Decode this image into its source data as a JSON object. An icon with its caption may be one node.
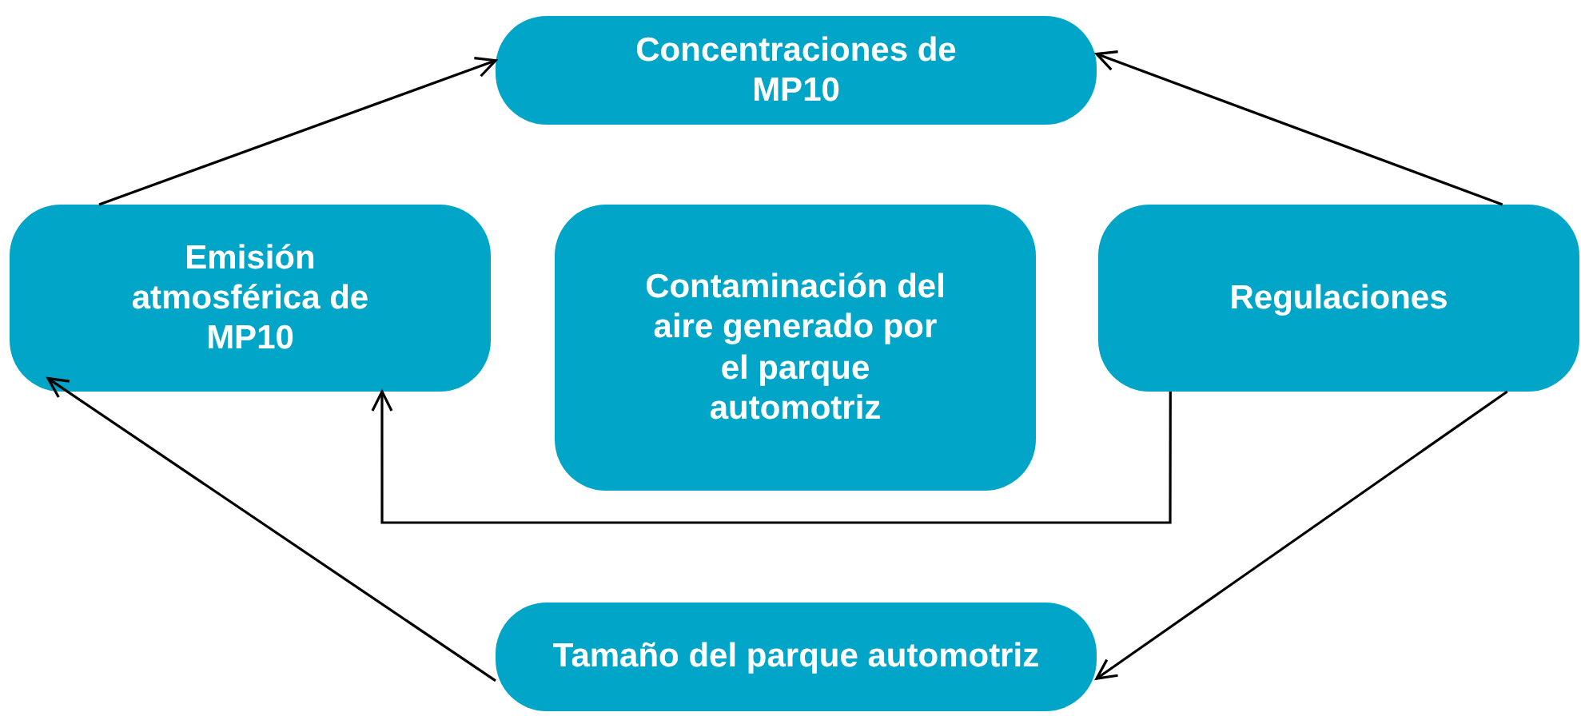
{
  "diagram": {
    "nodes": [
      {
        "text": [
          "Concentraciones de MP10"
        ]
      },
      {
        "text": [
          "Emisión atmosférica de MP10"
        ]
      },
      {
        "text": [
          "Contaminación del aire generado por el parque automotriz"
        ]
      },
      {
        "text": [
          "Regulaciones"
        ]
      },
      {
        "text": [
          "Tamaño del parque automotriz"
        ]
      }
    ],
    "edges": [
      {
        "from": 1,
        "to": 0,
        "arrow": "to"
      },
      {
        "from": 3,
        "to": 0,
        "arrow": "to"
      },
      {
        "from": 4,
        "to": 1,
        "arrow": "to"
      },
      {
        "from": 3,
        "to": 4,
        "arrow": "to"
      },
      {
        "from": 3,
        "to": 1,
        "arrow": "to"
      }
    ]
  }
}
